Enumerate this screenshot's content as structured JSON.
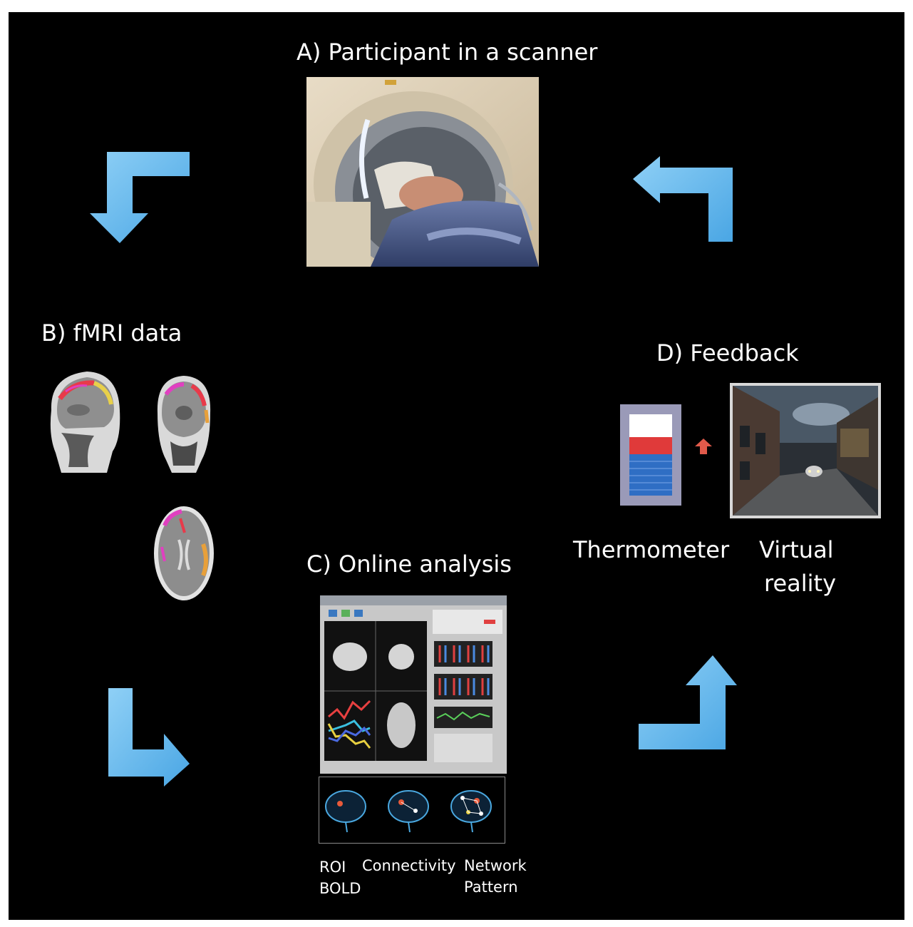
{
  "figure": {
    "colors": {
      "background": "#000000",
      "arrow": "#5fb8ee",
      "thermo_red": "#e03a3a",
      "thermo_blue": "#2f6ec4"
    },
    "stages": {
      "a": {
        "title": "A)  Participant in a scanner"
      },
      "b": {
        "title": "B)  fMRI data"
      },
      "c": {
        "title": "C)  Online analysis",
        "sublabels": {
          "roi_line1": "ROI",
          "roi_line2": "BOLD",
          "connectivity": "Connectivity",
          "network_line1": "Network",
          "network_line2": "Pattern"
        }
      },
      "d": {
        "title": "D)  Feedback",
        "thermometer_label": "Thermometer",
        "vr_line1": "Virtual",
        "vr_line2": "reality"
      }
    },
    "arrows": [
      {
        "id": "a-to-b",
        "icon": "elbow-arrow-down"
      },
      {
        "id": "b-to-c",
        "icon": "elbow-arrow-right"
      },
      {
        "id": "c-to-d",
        "icon": "elbow-arrow-up"
      },
      {
        "id": "d-to-a",
        "icon": "elbow-arrow-left"
      }
    ]
  }
}
